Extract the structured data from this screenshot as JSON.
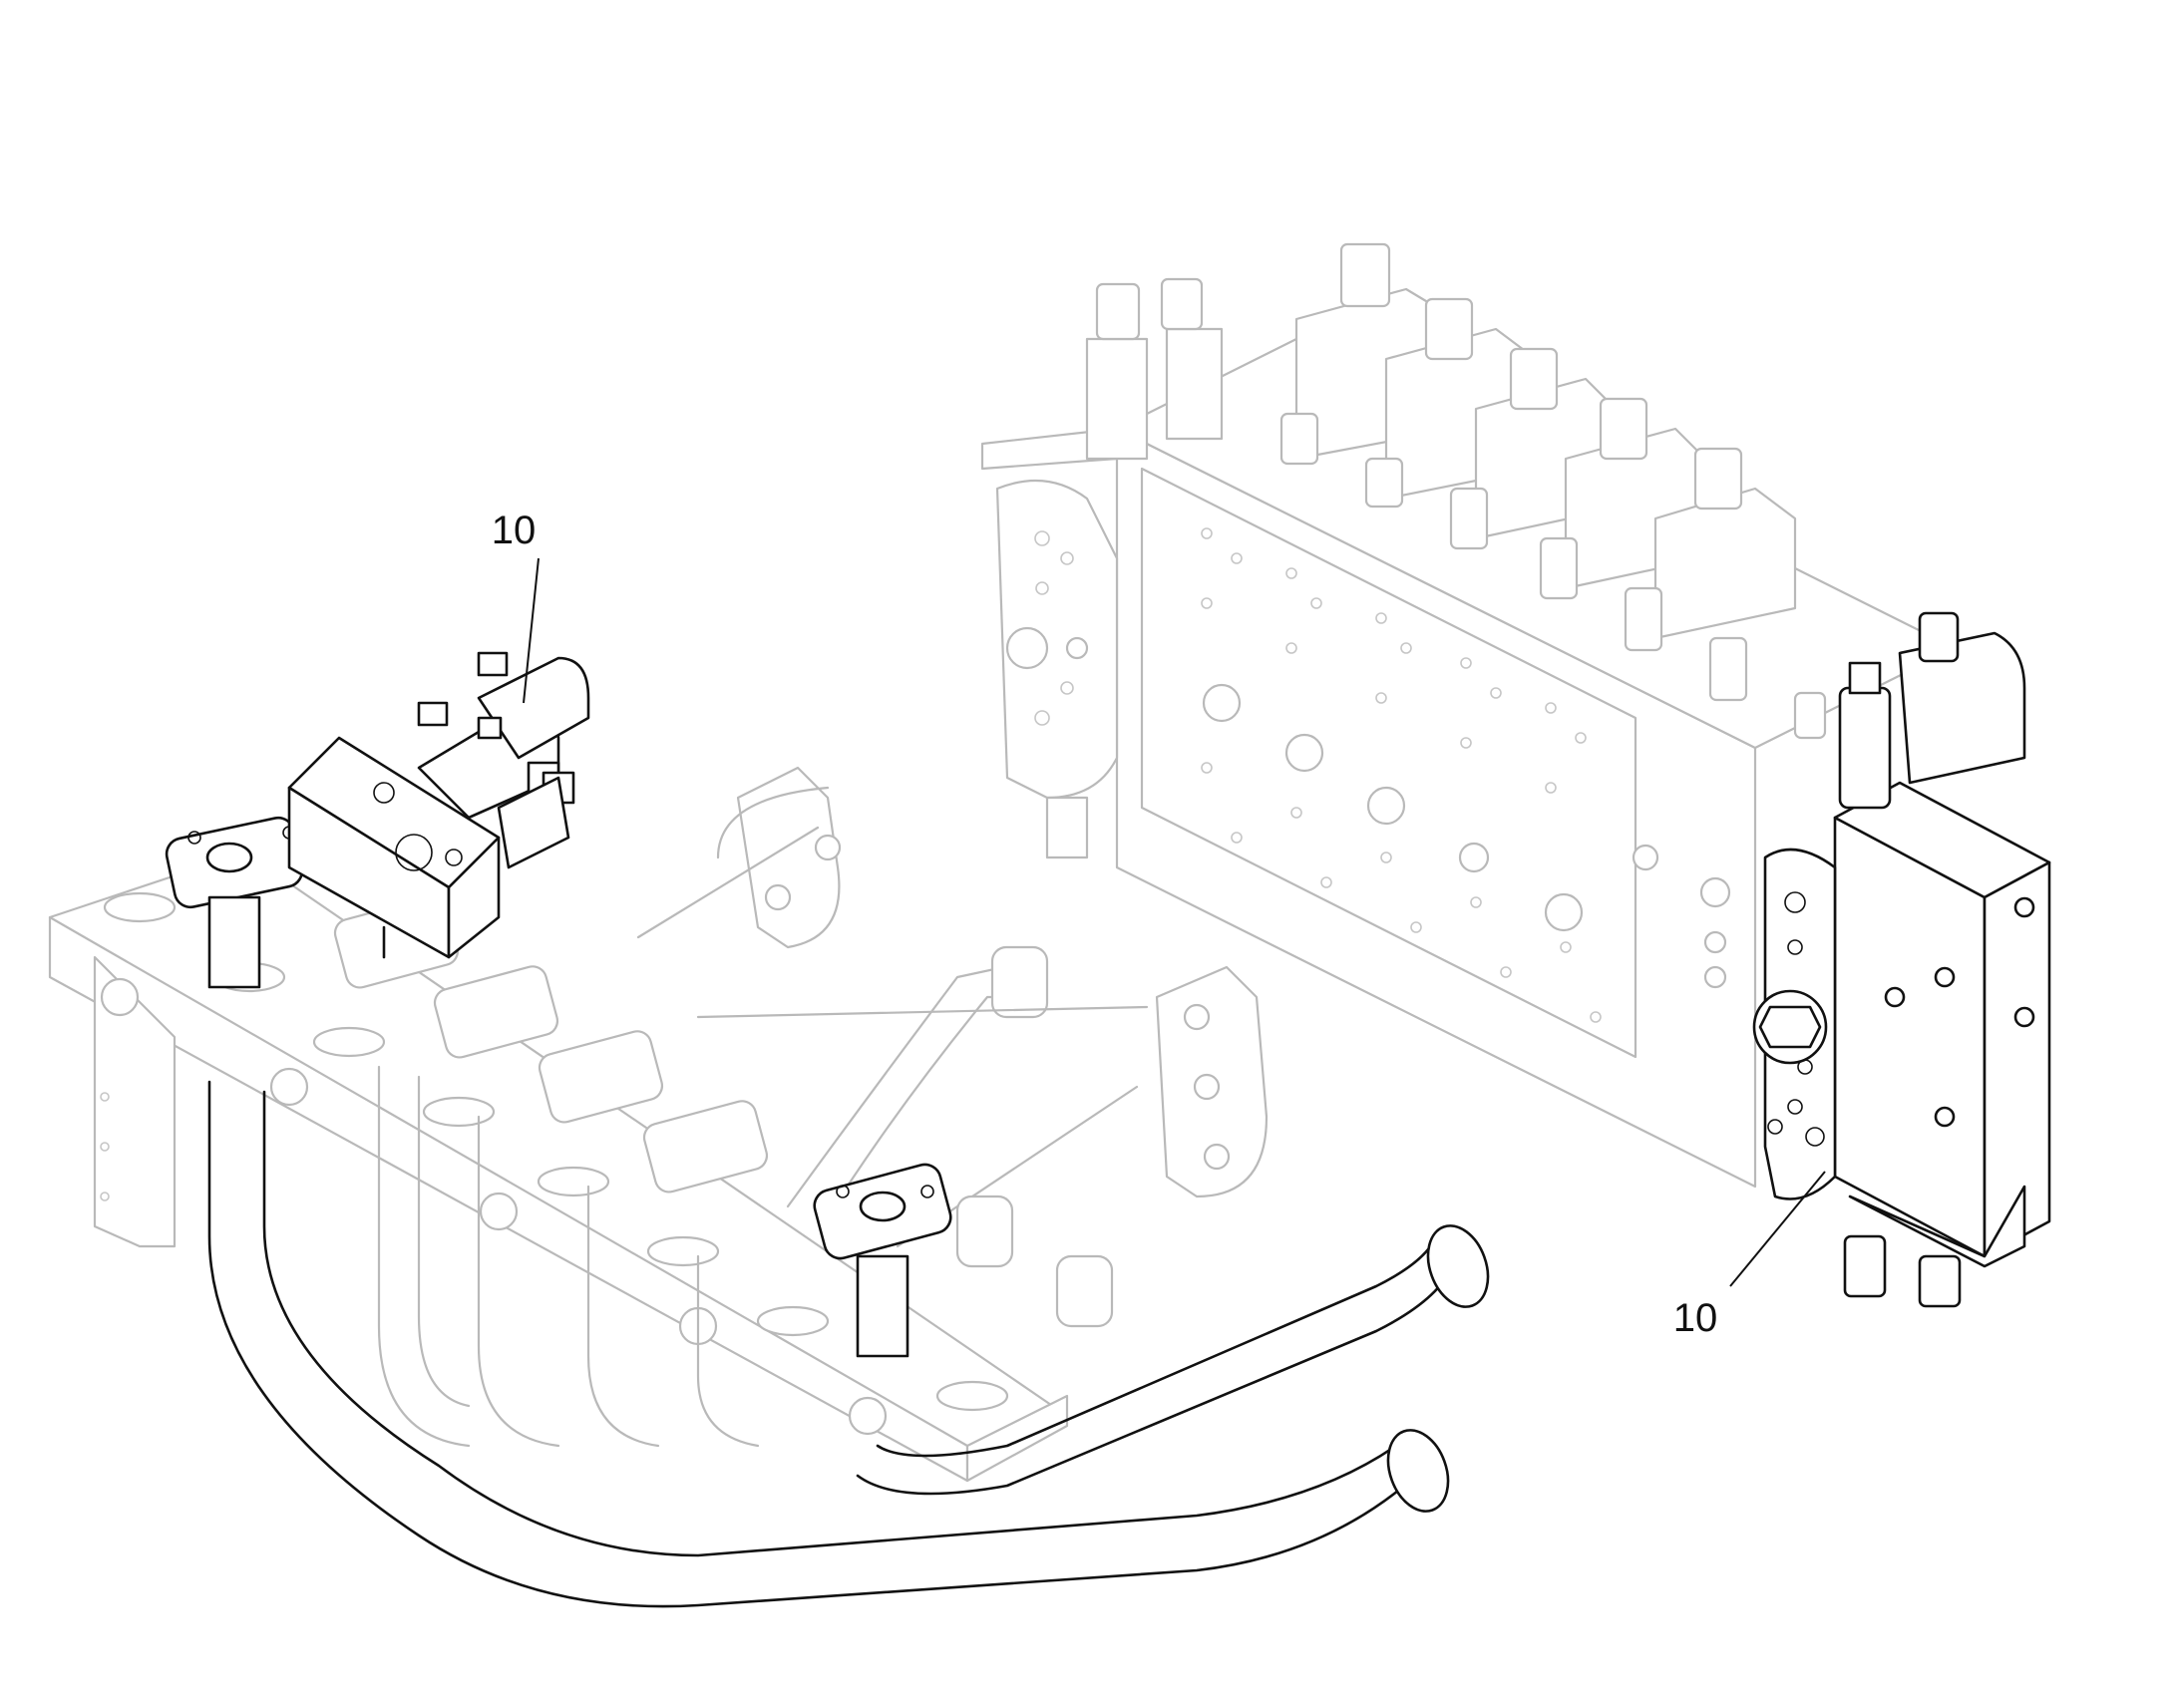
{
  "diagram": {
    "callouts": [
      {
        "id": "callout-left",
        "label": "10"
      },
      {
        "id": "callout-right",
        "label": "10"
      }
    ]
  }
}
